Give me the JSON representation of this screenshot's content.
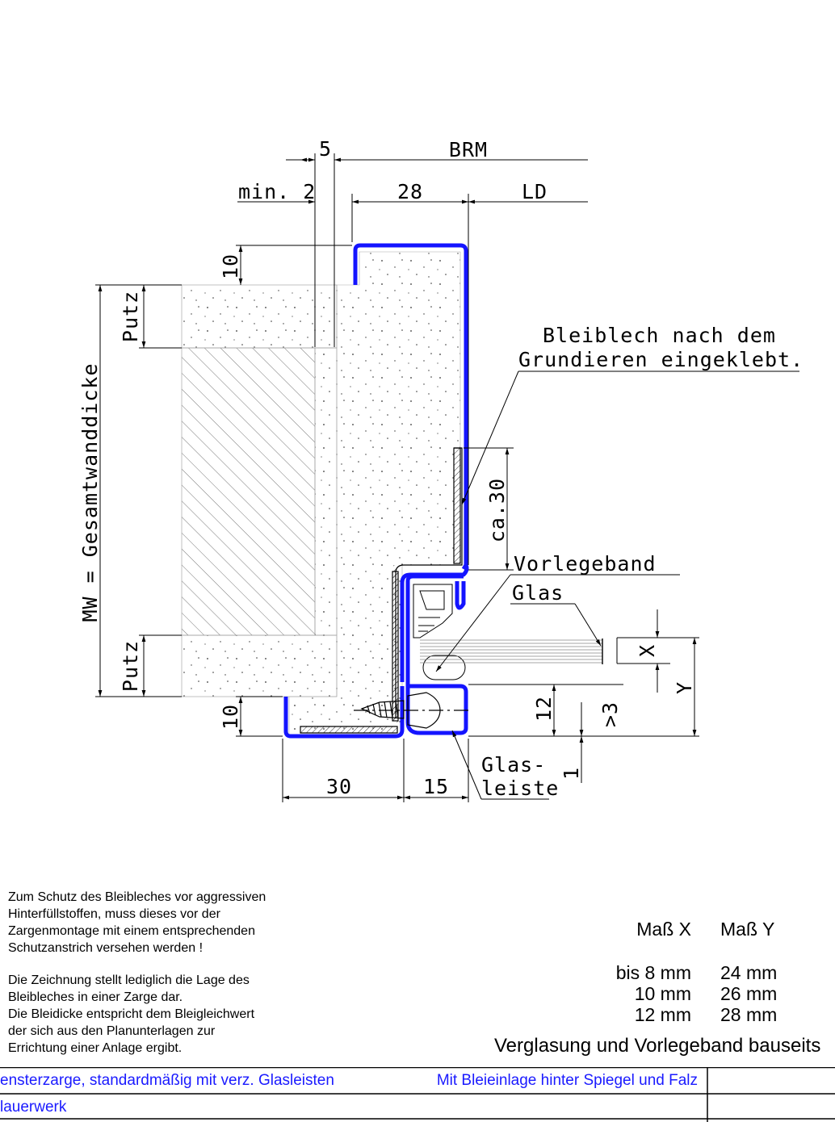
{
  "drawing": {
    "dim_5": "5",
    "dim_brm": "BRM",
    "dim_min2": "min. 2",
    "dim_28": "28",
    "dim_ld": "LD",
    "dim_10_top": "10",
    "dim_putz_top": "Putz",
    "dim_mw": "MW = Gesamtwanddicke",
    "dim_putz_bottom": "Putz",
    "dim_10_bottom": "10",
    "dim_ca30": "ca.30",
    "dim_12": "12",
    "dim_ge3": ">3",
    "dim_1": "1",
    "dim_x": "X",
    "dim_y": "Y",
    "dim_30": "30",
    "dim_15": "15",
    "label_bleiblech_1": "Bleiblech nach dem",
    "label_bleiblech_2": "Grundieren eingeklebt.",
    "label_vorlegeband": "Vorlegeband",
    "label_glas": "Glas",
    "label_glasleiste_1": "Glas-",
    "label_glasleiste_2": "leiste",
    "colors": {
      "lead": "#1414ff",
      "line": "#000000"
    }
  },
  "notes": {
    "note1": [
      "Zum Schutz des Bleibleches vor aggressiven",
      "Hinterfüllstoffen, muss dieses vor der",
      "Zargenmontage mit einem entsprechenden",
      "Schutzanstrich versehen werden !"
    ],
    "note2": [
      "Die Zeichnung stellt lediglich die Lage des",
      "Bleibleches in einer Zarge dar.",
      "Die Bleidicke entspricht dem Bleigleichwert",
      "der sich aus den Planunterlagen zur",
      "Errichtung einer Anlage ergibt."
    ]
  },
  "table": {
    "header_x": "Maß X",
    "header_y": "Maß Y",
    "rows": [
      {
        "x": "bis 8 mm",
        "y": "24 mm"
      },
      {
        "x": "10 mm",
        "y": "26 mm"
      },
      {
        "x": "12 mm",
        "y": "28 mm"
      }
    ]
  },
  "bauseits": "Verglasung und Vorlegeband bauseits",
  "footer": {
    "row1_left": "ensterzarge, standardmäßig mit verz. Glasleisten",
    "row1_right": "Mit Bleieinlage hinter Spiegel und Falz",
    "row2_left": "lauerwerk"
  }
}
